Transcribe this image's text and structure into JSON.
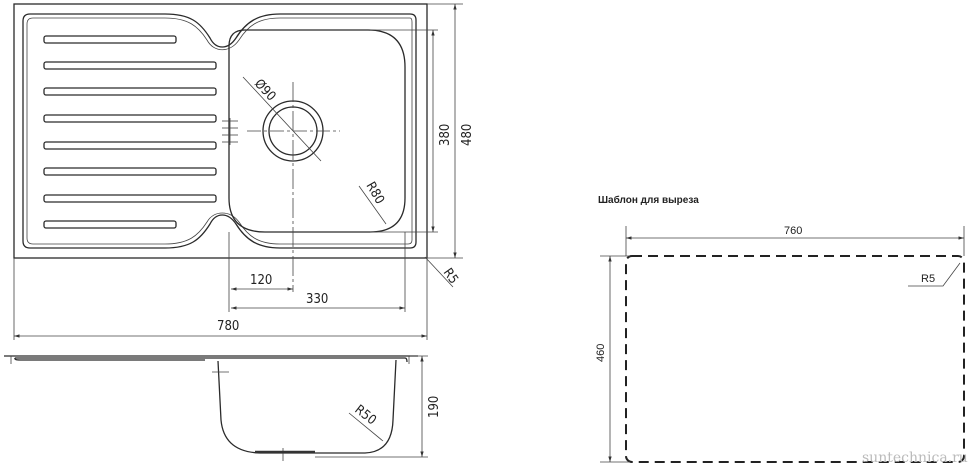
{
  "top_view": {
    "dims": {
      "d_drain": "Ø90",
      "h_bowl": "380",
      "h_total": "480",
      "r_bowl": "R80",
      "r_corner": "R5",
      "w_drain_offset": "120",
      "w_bowl": "330",
      "w_total": "780"
    }
  },
  "side_view": {
    "dims": {
      "r_bottom": "R50",
      "depth": "190"
    }
  },
  "cutout": {
    "title": "Шаблон для выреза",
    "dims": {
      "width": "760",
      "height": "460",
      "radius": "R5"
    }
  },
  "watermark": "suntechnica.ru"
}
